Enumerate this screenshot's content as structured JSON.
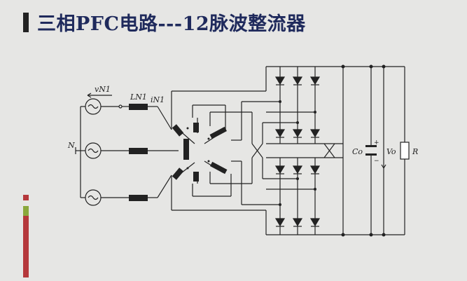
{
  "title": "三相PFC电路---12脉波整流器",
  "labels": {
    "v_n1": "vN1",
    "l_n1": "LN1",
    "i_n1": "iN1",
    "neutral": "N",
    "cap": "Co",
    "vout": "Vo",
    "res": "R",
    "plus": "+",
    "minus": "−"
  },
  "colors": {
    "title": "#1f2a5c",
    "accent_red": "#b5383b",
    "accent_green": "#8aa83c",
    "background": "#e6e6e4"
  }
}
